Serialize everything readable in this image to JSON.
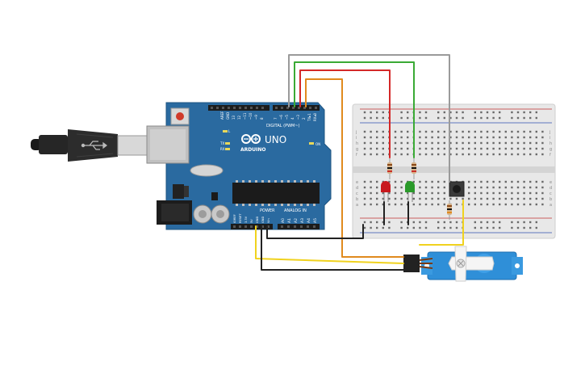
{
  "board": {
    "aref": "AREF",
    "gnd_top": "GND",
    "pin_labels": [
      "13",
      "12",
      "~11",
      "~10",
      "~9",
      "8",
      "7",
      "~6",
      "~5",
      "4",
      "~3",
      "2",
      "TX▸1",
      "RX◂0"
    ],
    "digital_label": "DIGITAL (PWM~)",
    "logo_text": "ARDUINO",
    "model": "UNO",
    "led_l": "L",
    "led_tx": "TX",
    "led_rx": "RX",
    "led_on": "ON",
    "power_label": "POWER",
    "analog_label": "ANALOG IN",
    "power_pins": [
      "IOREF",
      "RESET",
      "3.3V",
      "5V",
      "GND",
      "GND",
      "Vin"
    ],
    "analog_pins": [
      "A0",
      "A1",
      "A2",
      "A3",
      "A4",
      "A5"
    ]
  },
  "breadboard": {
    "row_letters_top": [
      "j",
      "i",
      "h",
      "g",
      "f"
    ],
    "row_letters_bottom": [
      "e",
      "d",
      "c",
      "b",
      "a"
    ],
    "columns": 30
  },
  "colors": {
    "board": "#2a6aa0",
    "wire_gray": "#9a9a9a",
    "wire_green": "#3aaa35",
    "wire_red": "#d42828",
    "wire_orange": "#e08a1e",
    "wire_yellow": "#f0d21e",
    "wire_black": "#222222",
    "servo": "#2f8fd8",
    "led_red": "#c8191e",
    "led_green": "#2a9a2a"
  }
}
